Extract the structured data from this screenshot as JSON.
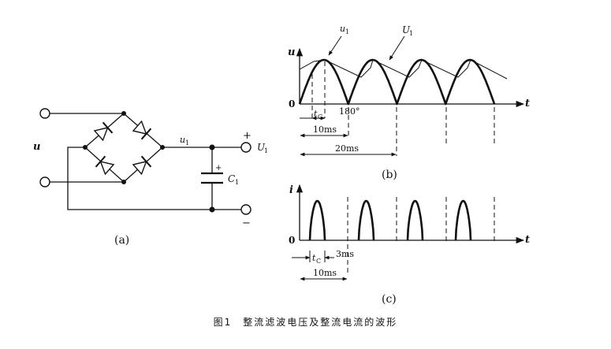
{
  "circuit": {
    "label_u": "u",
    "label_u1": "u",
    "label_u1_sub": "1",
    "label_U1": "U",
    "label_U1_sub": "1",
    "label_C1": "C",
    "label_C1_sub": "1",
    "plus_out": "+",
    "minus_out": "−",
    "plus_cap": "+",
    "panel_label": "(a)"
  },
  "voltage_plot": {
    "y_axis": "u",
    "x_axis": "t",
    "origin": "0",
    "curve_label_u1": "u",
    "curve_label_u1_sub": "1",
    "curve_label_U1": "U",
    "curve_label_U1_sub": "1",
    "angle_label": "180°",
    "tc_label": "t",
    "tc_sub": "C",
    "dim_10ms": "10ms",
    "dim_20ms": "20ms",
    "panel_label": "(b)"
  },
  "current_plot": {
    "y_axis": "i",
    "x_axis": "t",
    "origin": "0",
    "tc_label": "t",
    "tc_sub": "C",
    "dim_3ms": "3ms",
    "dim_10ms": "10ms",
    "panel_label": "(c)"
  },
  "caption": "图1　整流滤波电压及整流电流的波形"
}
